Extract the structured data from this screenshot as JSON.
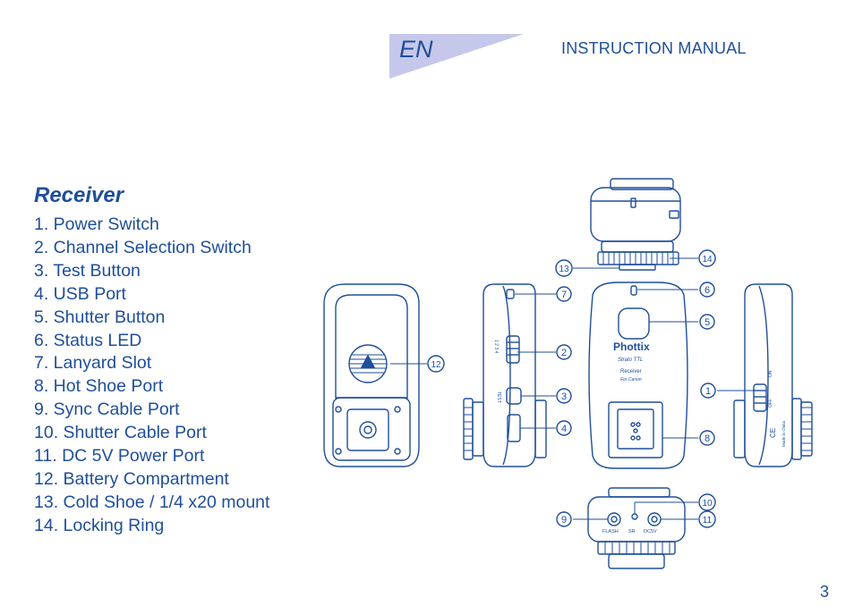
{
  "header": {
    "lang_code": "EN",
    "manual_title": "INSTRUCTION MANUAL",
    "tab_color": "#c5c8ea"
  },
  "section": {
    "title": "Receiver",
    "parts": [
      "1. Power Switch",
      "2. Channel Selection Switch",
      "3. Test Button",
      "4. USB Port",
      "5. Shutter Button",
      "6. Status LED",
      "7. Lanyard Slot",
      "8. Hot Shoe Port",
      "9. Sync Cable Port",
      "10. Shutter Cable Port",
      "11. DC 5V Power Port",
      "12. Battery Compartment",
      "13. Cold Shoe / 1/4 x20 mount",
      "14. Locking Ring"
    ]
  },
  "diagram": {
    "callouts": [
      "1",
      "2",
      "3",
      "4",
      "5",
      "6",
      "7",
      "8",
      "9",
      "10",
      "11",
      "12",
      "13",
      "14"
    ],
    "device_labels": {
      "brand": "Phottix",
      "model": "Strato TTL",
      "unit": "Receiver",
      "for": "For Canon",
      "flash": "FLASH",
      "sr": "SR",
      "dc": "DC5V",
      "on": "ON",
      "off": "OFF",
      "made": "Made in China",
      "ce": "CE",
      "channels": "1 2 3 4",
      "test": "TEST"
    },
    "line_color": "#1f4e9a"
  },
  "footer": {
    "page_number": "3"
  },
  "colors": {
    "text": "#1f4e9a",
    "accent": "#c5c8ea"
  }
}
